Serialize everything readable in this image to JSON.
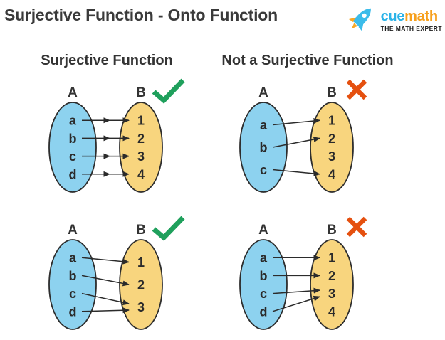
{
  "header": {
    "title": "Surjective Function - Onto Function",
    "logo": {
      "brand_cue": "cue",
      "brand_math": "math",
      "tagline": "THE MATH EXPERT"
    }
  },
  "columns": [
    {
      "heading": "Surjective Function"
    },
    {
      "heading": "Not a Surjective Function"
    }
  ],
  "colors": {
    "set_a_fill": "#8dd2ef",
    "set_b_fill": "#f8d57e",
    "outline": "#2d2d2d",
    "arrow": "#2b2b2b",
    "item_text": "#2b2b2b",
    "label_text": "#333333",
    "check": "#1fa05c",
    "cross": "#e5500f",
    "brand_blue": "#2bb3e8",
    "brand_orange": "#f7a01d",
    "rocket_blue": "#3bbcea",
    "rocket_flame": "#f9a825"
  },
  "diagrams": [
    {
      "name": "surjective-example-1",
      "left_label": "A",
      "right_label": "B",
      "left_items": [
        "a",
        "b",
        "c",
        "d"
      ],
      "right_items": [
        "1",
        "2",
        "3",
        "4"
      ],
      "mappings": [
        [
          "a",
          "1"
        ],
        [
          "b",
          "2"
        ],
        [
          "c",
          "3"
        ],
        [
          "d",
          "4"
        ]
      ],
      "result": "check",
      "double_arrowheads": true
    },
    {
      "name": "not-surjective-example-1",
      "left_label": "A",
      "right_label": "B",
      "left_items": [
        "a",
        "b",
        "c"
      ],
      "right_items": [
        "1",
        "2",
        "3",
        "4"
      ],
      "mappings": [
        [
          "a",
          "1"
        ],
        [
          "b",
          "2"
        ],
        [
          "c",
          "4"
        ]
      ],
      "result": "cross",
      "double_arrowheads": false
    },
    {
      "name": "surjective-example-2",
      "left_label": "A",
      "right_label": "B",
      "left_items": [
        "a",
        "b",
        "c",
        "d"
      ],
      "right_items": [
        "1",
        "2",
        "3"
      ],
      "mappings": [
        [
          "a",
          "1"
        ],
        [
          "b",
          "2"
        ],
        [
          "c",
          "3"
        ],
        [
          "d",
          "3"
        ]
      ],
      "result": "check",
      "double_arrowheads": false
    },
    {
      "name": "not-surjective-example-2",
      "left_label": "A",
      "right_label": "B",
      "left_items": [
        "a",
        "b",
        "c",
        "d"
      ],
      "right_items": [
        "1",
        "2",
        "3",
        "4"
      ],
      "mappings": [
        [
          "a",
          "1"
        ],
        [
          "b",
          "2"
        ],
        [
          "c",
          "3"
        ],
        [
          "d",
          "3"
        ]
      ],
      "result": "cross",
      "double_arrowheads": false
    }
  ]
}
